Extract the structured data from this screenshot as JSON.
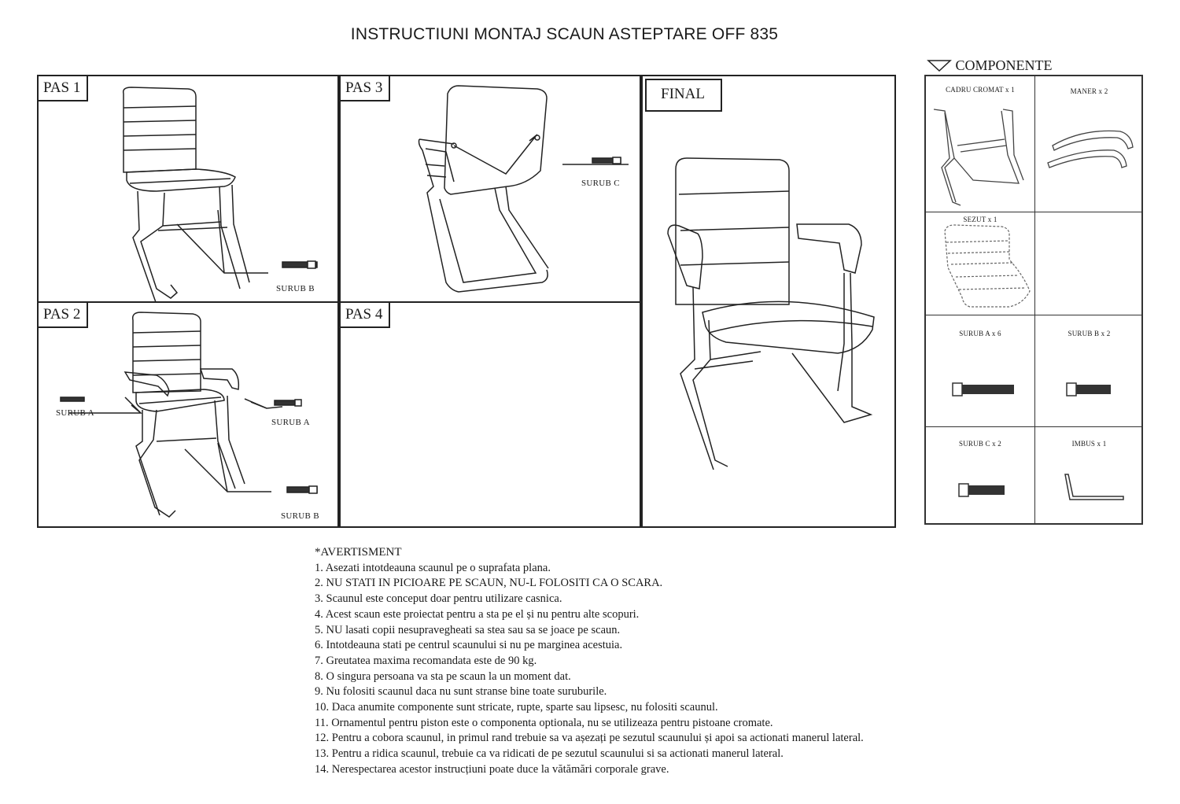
{
  "title": "INSTRUCTIUNI MONTAJ SCAUN ASTEPTARE OFF 835",
  "panels": {
    "pas1": {
      "label": "PAS 1",
      "screws": [
        "SURUB B"
      ]
    },
    "pas2": {
      "label": "PAS 2",
      "screws": [
        "SURUB A",
        "SURUB A",
        "SURUB B"
      ]
    },
    "pas3": {
      "label": "PAS 3",
      "screws": [
        "SURUB C"
      ]
    },
    "pas4": {
      "label": "PAS 4"
    },
    "final": {
      "label": "FINAL"
    }
  },
  "components": {
    "heading": "COMPONENTE",
    "items": [
      {
        "label": "CADRU CROMAT x 1",
        "icon": "chrome-frame-icon"
      },
      {
        "label": "MANER x 2",
        "icon": "armrest-icon"
      },
      {
        "label": "SEZUT x 1",
        "icon": "seat-icon"
      },
      {
        "label": "",
        "icon": ""
      },
      {
        "label": "SURUB A x 6",
        "icon": "screw-a-icon"
      },
      {
        "label": "SURUB B x 2",
        "icon": "screw-b-icon"
      },
      {
        "label": "SURUB C x 2",
        "icon": "screw-c-icon"
      },
      {
        "label": "IMBUS x 1",
        "icon": "allen-key-icon"
      }
    ]
  },
  "warnings": {
    "heading": "*AVERTISMENT",
    "items": [
      "1. Asezati intotdeauna scaunul pe o suprafata plana.",
      "2. NU STATI IN PICIOARE PE SCAUN, NU-L FOLOSITI CA O SCARA.",
      "3. Scaunul este conceput doar pentru utilizare casnica.",
      "4. Acest scaun este proiectat pentru a sta pe el și nu pentru alte scopuri.",
      "5. NU lasati copii nesupravegheati sa stea sau sa se joace pe scaun.",
      "6. Intotdeauna stati pe centrul scaunului si nu pe marginea acestuia.",
      "7. Greutatea maxima recomandata este de 90 kg.",
      "8. O singura persoana va sta pe scaun la un moment dat.",
      "9. Nu folositi scaunul daca nu sunt stranse bine toate suruburile.",
      "10. Daca anumite componente sunt stricate, rupte, sparte sau lipsesc, nu folositi scaunul.",
      "11. Ornamentul pentru piston este o componenta optionala, nu se utilizeaza pentru pistoane cromate.",
      "12. Pentru a cobora scaunul, in primul rand trebuie sa va așezați pe sezutul scaunului și apoi sa actionati manerul lateral.",
      "13. Pentru a ridica scaunul, trebuie ca va ridicati de pe sezutul scaunului si sa actionati manerul lateral.",
      "14. Nerespectarea acestor instrucțiuni poate duce la vătămări corporale grave."
    ]
  }
}
